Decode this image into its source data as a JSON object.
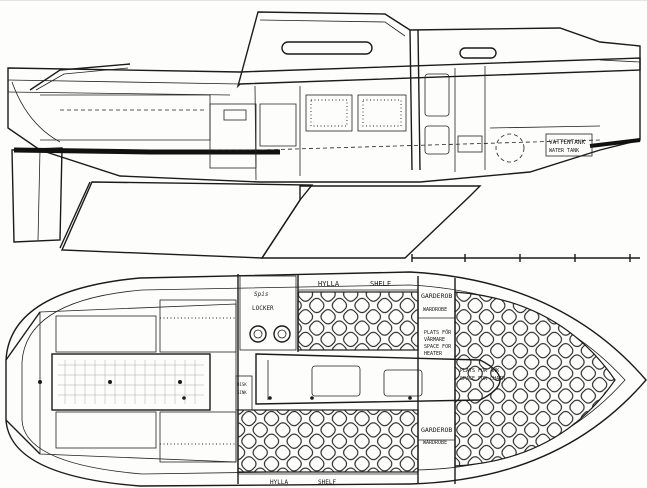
{
  "colors": {
    "ink": "#1b1b1b",
    "paper": "#fdfdfc",
    "shade": "#d6d6d2"
  },
  "labels": {
    "vattentank": "VATTENTANK",
    "water_tank": "WATER TANK",
    "hylla": "HYLLA",
    "shelf": "SHELF",
    "garderob_top": "GARDEROB",
    "wardrobe_top": "WARDROBE",
    "plats_for": "PLATS FÖR",
    "varmare": "VÄRMARE",
    "space_for": "SPACE FOR",
    "heater": "HEATER",
    "spis": "Spis",
    "locker": "LOCKER",
    "chain_locker_1": "PLATS FÖR ANK",
    "chain_locker_2": "SPACE FOR CHAIN",
    "sink_1": "DISK",
    "sink_2": "SINK",
    "garderob_bottom": "GARDEROB",
    "wardrobe_bottom": "WARDROBE",
    "hylla_bottom": "HYLLA",
    "shelf_bottom": "SHELF"
  }
}
